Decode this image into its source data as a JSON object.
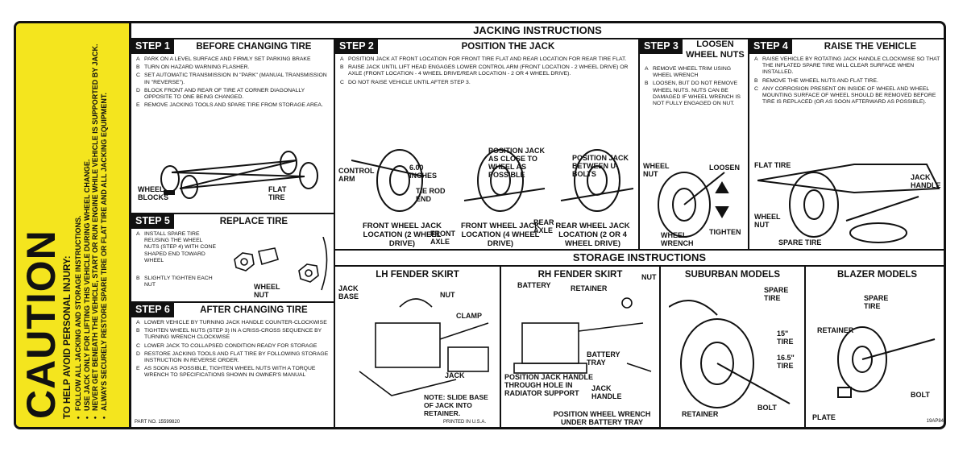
{
  "caution": {
    "title": "CAUTION",
    "lead": "TO HELP AVOID PERSONAL INJURY:",
    "items": [
      "FOLLOW ALL JACKING AND STORAGE INSTRUCTIONS.",
      "USE JACK ONLY FOR LIFTING THIS VEHICLE DURING WHEEL CHANGE.",
      "NEVER GET BENEATH THE VEHICLE, START OR RUN ENGINE WHILE VEHICLE IS SUPPORTED BY JACK.",
      "ALWAYS SECURELY RESTORE SPARE TIRE OR FLAT TIRE AND ALL JACKING EQUIPMENT."
    ]
  },
  "jacking_title": "JACKING INSTRUCTIONS",
  "storage_title": "STORAGE INSTRUCTIONS",
  "step1": {
    "badge": "STEP 1",
    "title": "BEFORE CHANGING TIRE",
    "items": [
      {
        "l": "A",
        "t": "PARK ON A LEVEL SURFACE AND FIRMLY SET PARKING BRAKE"
      },
      {
        "l": "B",
        "t": "TURN ON HAZARD WARNING FLASHER."
      },
      {
        "l": "C",
        "t": "SET AUTOMATIC TRANSMISSION IN \"PARK\" (MANUAL TRANSMISSION IN \"REVERSE\")."
      },
      {
        "l": "D",
        "t": "BLOCK FRONT AND REAR OF TIRE AT CORNER DIAGONALLY OPPOSITE TO ONE BEING CHANGED."
      },
      {
        "l": "E",
        "t": "REMOVE JACKING TOOLS AND SPARE TIRE FROM STORAGE AREA."
      }
    ],
    "label_blocks": "WHEEL BLOCKS",
    "label_flat": "FLAT TIRE"
  },
  "step2": {
    "badge": "STEP 2",
    "title": "POSITION THE JACK",
    "items": [
      {
        "l": "A",
        "t": "POSITION JACK AT FRONT LOCATION FOR FRONT TIRE FLAT AND REAR LOCATION FOR REAR TIRE FLAT."
      },
      {
        "l": "B",
        "t": "RAISE JACK UNTIL LIFT HEAD ENGAGES LOWER CONTROL ARM (FRONT LOCATION - 2 WHEEL DRIVE) OR AXLE (FRONT LOCATION - 4 WHEEL DRIVE/REAR LOCATION - 2 OR 4 WHEEL DRIVE)."
      },
      {
        "l": "C",
        "t": "DO NOT RAISE VEHICLE UNTIL AFTER STEP 3."
      }
    ],
    "label_control_arm": "CONTROL ARM",
    "label_inches": "6.00 INCHES",
    "label_tierod": "TIE ROD END",
    "label_close": "POSITION JACK AS CLOSE TO WHEEL AS POSSIBLE",
    "label_ubolts": "POSITION JACK BETWEEN U-BOLTS",
    "label_front_axle": "FRONT AXLE",
    "label_rear_axle": "REAR AXLE",
    "cap1": "FRONT WHEEL JACK LOCATION (2 WHEEL DRIVE)",
    "cap2": "FRONT WHEEL JACK LOCATION (4 WHEEL DRIVE)",
    "cap3": "REAR WHEEL JACK LOCATION (2 OR 4 WHEEL DRIVE)"
  },
  "step3": {
    "badge": "STEP 3",
    "title": "LOOSEN WHEEL NUTS",
    "items": [
      {
        "l": "A",
        "t": "REMOVE WHEEL TRIM USING WHEEL WRENCH"
      },
      {
        "l": "B",
        "t": "LOOSEN, BUT DO NOT REMOVE WHEEL NUTS. NUTS CAN BE DAMAGED IF WHEEL WRENCH IS NOT FULLY ENGAGED ON NUT."
      }
    ],
    "label_nut": "WHEEL NUT",
    "label_loosen": "LOOSEN",
    "label_tighten": "TIGHTEN",
    "label_wrench": "WHEEL WRENCH"
  },
  "step4": {
    "badge": "STEP 4",
    "title": "RAISE THE VEHICLE",
    "items": [
      {
        "l": "A",
        "t": "RAISE VEHICLE BY ROTATING JACK HANDLE CLOCKWISE SO THAT THE INFLATED SPARE TIRE WILL CLEAR SURFACE WHEN INSTALLED."
      },
      {
        "l": "B",
        "t": "REMOVE THE WHEEL NUTS AND FLAT TIRE."
      },
      {
        "l": "C",
        "t": "ANY CORROSION PRESENT ON INSIDE OF WHEEL AND WHEEL MOUNTING SURFACE OF WHEEL SHOULD BE REMOVED BEFORE TIRE IS REPLACED (OR AS SOON AFTERWARD AS POSSIBLE)."
      }
    ],
    "label_flat": "FLAT TIRE",
    "label_jack_handle": "JACK HANDLE",
    "label_nut": "WHEEL NUT",
    "label_spare": "SPARE TIRE"
  },
  "step5": {
    "badge": "STEP 5",
    "title": "REPLACE TIRE",
    "items": [
      {
        "l": "A",
        "t": "INSTALL SPARE TIRE REUSING THE WHEEL NUTS (STEP 4) WITH CONE SHAPED END TOWARD WHEEL"
      },
      {
        "l": "B",
        "t": "SLIGHTLY TIGHTEN EACH NUT"
      }
    ],
    "label_nut": "WHEEL NUT"
  },
  "step6": {
    "badge": "STEP 6",
    "title": "AFTER CHANGING TIRE",
    "items": [
      {
        "l": "A",
        "t": "LOWER VEHICLE BY TURNING JACK HANDLE COUNTER-CLOCKWISE"
      },
      {
        "l": "B",
        "t": "TIGHTEN WHEEL NUTS (STEP 3) IN A CRISS-CROSS SEQUENCE BY TURNING WRENCH CLOCKWISE"
      },
      {
        "l": "C",
        "t": "LOWER JACK TO COLLAPSED CONDITION READY FOR STORAGE"
      },
      {
        "l": "D",
        "t": "RESTORE JACKING TOOLS AND FLAT TIRE BY FOLLOWING STORAGE INSTRUCTION IN REVERSE ORDER."
      },
      {
        "l": "E",
        "t": "AS SOON AS POSSIBLE, TIGHTEN WHEEL NUTS WITH A TORQUE WRENCH TO SPECIFICATIONS SHOWN IN OWNER'S MANUAL"
      }
    ],
    "part_no": "PART NO. 15599820"
  },
  "lh": {
    "title": "LH FENDER SKIRT",
    "jack_base": "JACK BASE",
    "nut": "NUT",
    "clamp": "CLAMP",
    "jack": "JACK",
    "note": "NOTE: SLIDE BASE OF JACK INTO RETAINER.",
    "printed": "PRINTED IN U.S.A."
  },
  "rh": {
    "title": "RH FENDER SKIRT",
    "battery": "BATTERY",
    "retainer": "RETAINER",
    "nut": "NUT",
    "battery_tray": "BATTERY TRAY",
    "jack_handle": "JACK HANDLE",
    "position_handle": "POSITION JACK HANDLE THROUGH HOLE IN RADIATOR SUPPORT",
    "position_wrench": "POSITION WHEEL WRENCH UNDER BATTERY TRAY"
  },
  "suburban": {
    "title": "SUBURBAN MODELS",
    "spare": "SPARE TIRE",
    "t15": "15\" TIRE",
    "t165": "16.5\" TIRE",
    "retainer": "RETAINER",
    "bolt": "BOLT"
  },
  "blazer": {
    "title": "BLAZER MODELS",
    "spare": "SPARE TIRE",
    "retainer": "RETAINER",
    "bolt": "BOLT",
    "plate": "PLATE",
    "code": "19AP84"
  }
}
